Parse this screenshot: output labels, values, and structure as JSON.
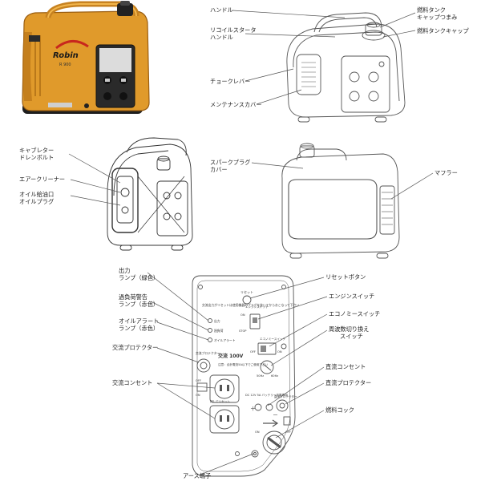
{
  "photo": {
    "brand": "Robin",
    "model": "R 900"
  },
  "labels": {
    "handle": "ハンドル",
    "recoil_handle_1": "リコイルスタータ",
    "recoil_handle_2": "ハンドル",
    "choke_lever": "チョークレバー",
    "maintenance_cover": "メンテナンスカバー",
    "fuel_tank_knob_1": "燃料タンク",
    "fuel_tank_knob_2": "キャップつまみ",
    "fuel_tank_cap": "燃料タンクキャップ",
    "carb_drain_1": "キャブレター",
    "carb_drain_2": "ドレンボルト",
    "air_cleaner": "エアークリーナー",
    "oil_fill_1": "オイル給油口",
    "oil_fill_2": "オイルプラグ",
    "spark_plug_1": "スパークプラグ",
    "spark_plug_2": "カバー",
    "muffler": "マフラー",
    "output_lamp_1": "出力",
    "output_lamp_2": "ランプ（緑色）",
    "overload_lamp_1": "過負荷警告",
    "overload_lamp_2": "ランプ（赤色）",
    "oil_alert_1": "オイルアラート",
    "oil_alert_2": "ランプ（赤色）",
    "ac_protector": "交流プロテクター",
    "ac_outlet": "交流コンセント",
    "earth": "アース端子",
    "reset_button": "リセットボタン",
    "engine_switch": "エンジンスイッチ",
    "eco_switch": "エコノミースイッチ",
    "freq_switch_1": "周波数切り換え",
    "freq_switch_2": "スイッチ",
    "dc_outlet": "直流コンセント",
    "dc_protector": "直流プロテクター",
    "fuel_cock": "燃料コック"
  },
  "panel": {
    "notice": "交流出力がリセットは使用機器のプラグを抜いてからおこなって下さい",
    "reset": "リセット",
    "engine_switch": "エンジンスイッチ",
    "on": "ON",
    "stop": "STOP",
    "off": "OFF",
    "output": "出力",
    "overload": "過負荷",
    "oil_alert": "オイルアラート",
    "economy": "エコノミースイッチ",
    "ac_protector": "交流プロテクター",
    "ac_100v": "交流 100V",
    "warning": "注意：合計電流5A以下でご使用下さい",
    "hz50": "50Hz",
    "hz60": "60Hz",
    "push_reset": "押してリセット",
    "dc_spec": "DC 12V 5A バッテリー充電専用",
    "dc_protector": "直流プロテクター",
    "plus": "＋",
    "minus": "－"
  },
  "colors": {
    "body": "#e09a2b",
    "body_dark": "#b87418",
    "panel_dark": "#2a2a2a",
    "line": "#555555"
  }
}
